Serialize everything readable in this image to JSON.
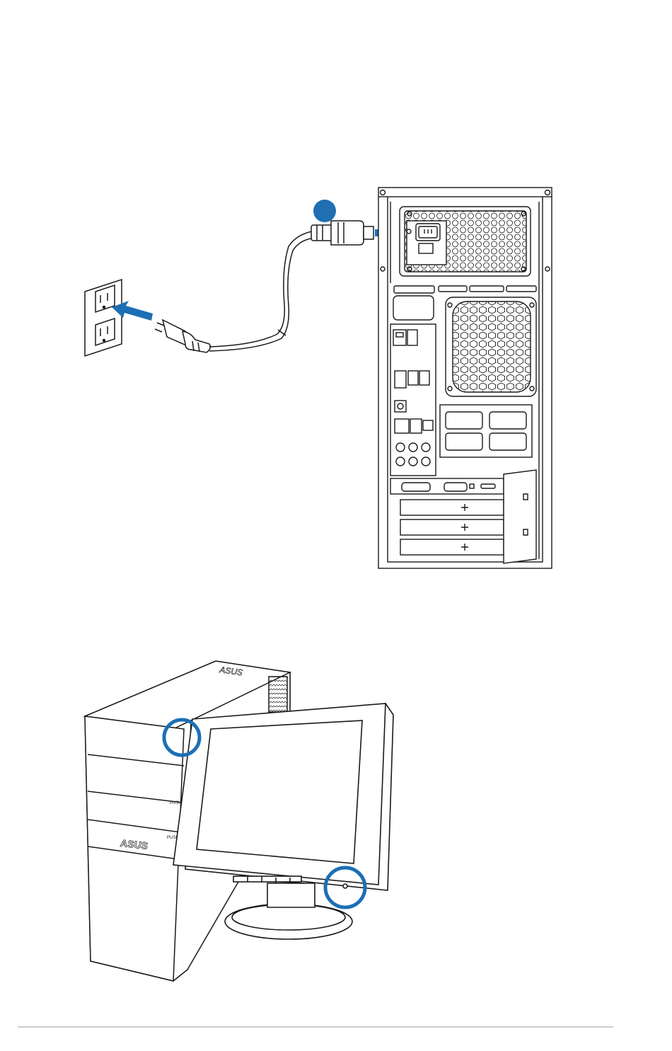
{
  "colors": {
    "line": "#1a1a1a",
    "accent_blue": "#1c6fb5",
    "badge_blue": "#1f6fb2",
    "footer_rule": "#cccccc",
    "background": "#ffffff"
  },
  "step_badges": [
    {
      "id": "step-1-badge",
      "label": ""
    },
    {
      "id": "step-2-badge",
      "label": ""
    }
  ],
  "brand": {
    "tower_logo": "ASUS",
    "drive_push_label": "PUSH"
  },
  "icons": [
    "wall-outlet-icon",
    "power-plug-icon",
    "power-cord-icon",
    "insert-arrow-icon",
    "pc-tower-rear-icon",
    "pc-tower-front-icon",
    "lcd-monitor-icon",
    "highlight-ring-icon"
  ]
}
